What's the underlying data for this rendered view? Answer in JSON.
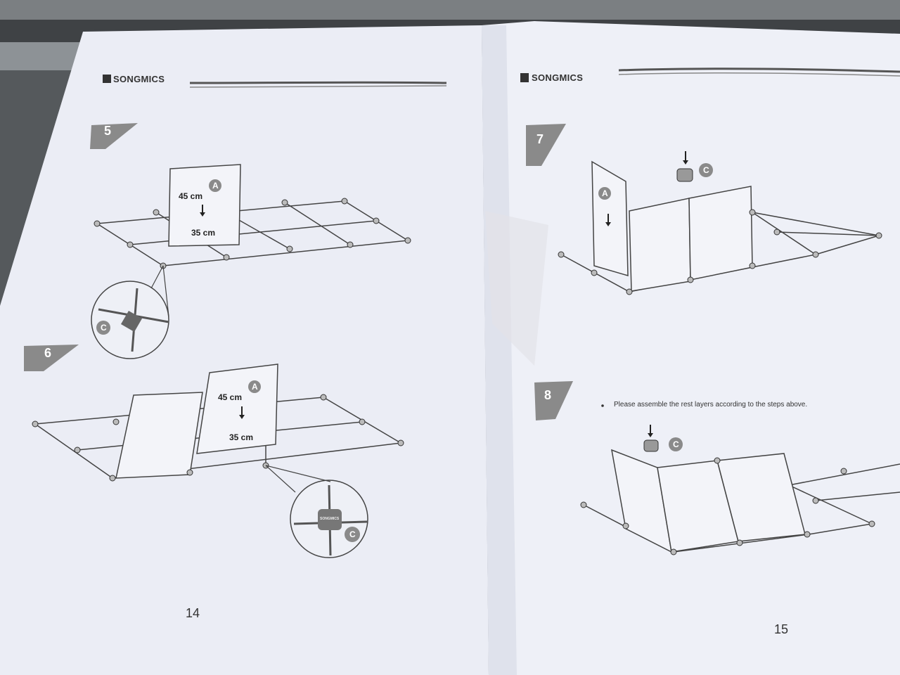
{
  "brand": "SONGMICS",
  "left_page": {
    "page_number": "14",
    "steps": [
      {
        "number": "5",
        "panel_label": "A",
        "width_label": "45 cm",
        "height_label": "35 cm",
        "connector_label": "C"
      },
      {
        "number": "6",
        "panel_label": "A",
        "width_label": "45 cm",
        "height_label": "35 cm",
        "connector_label": "C",
        "connector_brand": "SONGMICS"
      }
    ]
  },
  "right_page": {
    "page_number": "15",
    "steps": [
      {
        "number": "7",
        "panel_label": "A",
        "connector_label": "C"
      },
      {
        "number": "8",
        "note": "Please assemble the rest layers according to the steps above.",
        "connector_label": "C"
      }
    ]
  },
  "colors": {
    "badge": "#8a8a8a",
    "paper": "#eef0f7",
    "line": "#444444"
  }
}
